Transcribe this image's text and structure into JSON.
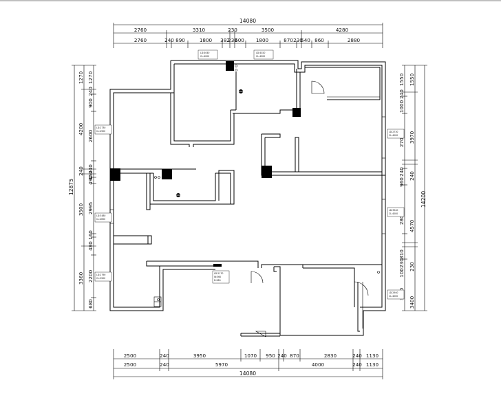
{
  "dims": {
    "top_total": "14080",
    "top_row1": [
      "2760",
      "3310",
      "230",
      "3500",
      "4280"
    ],
    "top_row2": [
      "2760",
      "240",
      "890",
      "1800",
      "382",
      "230",
      "600",
      "1800",
      "870",
      "230",
      "540",
      "860",
      "2880"
    ],
    "bottom_total": "14080",
    "bottom_row1": [
      "2500",
      "240",
      "3950",
      "1070",
      "950",
      "240",
      "870",
      "2830",
      "240",
      "1130"
    ],
    "bottom_row2": [
      "2500",
      "240",
      "5970",
      "4000",
      "240",
      "1130"
    ],
    "left_total": "12875",
    "left_outer": [
      "1270",
      "4200",
      "240",
      "3500",
      "3360"
    ],
    "left_inner": [
      "1270",
      "240",
      "900",
      "2600",
      "240",
      "150",
      "490",
      "590",
      "2995",
      "160",
      "480",
      "2200",
      "680"
    ],
    "right_total": "14200",
    "right_outer": [
      "1550",
      "3970",
      "240",
      "4570",
      "230",
      "3400"
    ],
    "right_inner": [
      "1550",
      "240",
      "1000",
      "2700",
      "240",
      "240",
      "960",
      "2800",
      "810",
      "230",
      "3000",
      "100"
    ]
  },
  "room_labels": [
    {
      "lines": [
        "LD:4040",
        "CL:4000"
      ]
    },
    {
      "lines": [
        "LD:4020",
        "CL:4900"
      ]
    },
    {
      "lines": [
        "LD:2730",
        "CL:4900"
      ]
    },
    {
      "lines": [
        "LD:2730",
        "CL:4000"
      ]
    },
    {
      "lines": [
        "LD:3480",
        "CL:4650"
      ]
    },
    {
      "lines": [
        "LD:2790",
        "CL:2900"
      ]
    },
    {
      "lines": [
        "LD:2170",
        "W:360",
        "D:580"
      ]
    },
    {
      "lines": [
        "LD:3940",
        "CL:4000"
      ]
    },
    {
      "lines": [
        "LD:2940",
        "CL:4000"
      ]
    }
  ]
}
